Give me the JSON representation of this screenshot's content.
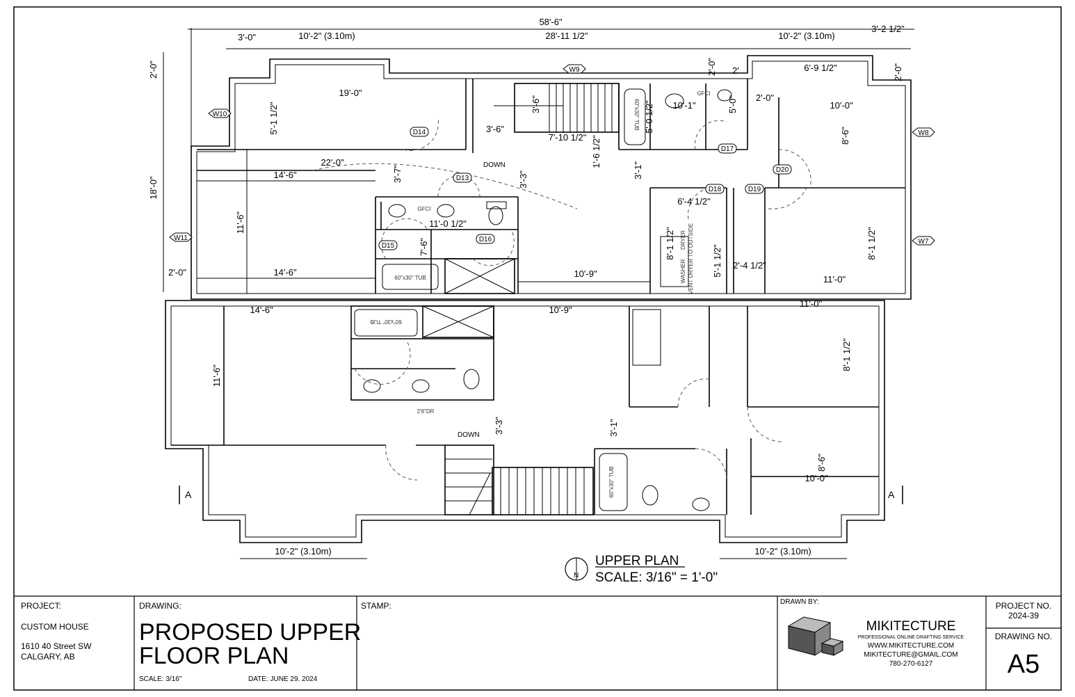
{
  "plan": {
    "title": "UPPER PLAN",
    "scale": "SCALE: 3/16\" = 1'-0\"",
    "north": "N",
    "section_marker": "A",
    "down_label": "DOWN",
    "dims": {
      "overall_width": "58'-6\"",
      "top_left_gap": "3'-0\"",
      "top_bay_left": "10'-2\" (3.10m)",
      "top_middle": "28'-11 1/2\"",
      "top_bay_right": "10'-2\" (3.10m)",
      "top_far_right": "3'-2 1/2\"",
      "left_2ft": "2'-0\"",
      "left_18ft": "18'-0\"",
      "left_2ft_b": "2'-0\"",
      "room_19": "19'-0\"",
      "room_22": "22'-0\"",
      "room_14_6_a": "14'-6\"",
      "room_14_6_b": "14'-6\"",
      "room_14_6_c": "14'-6\"",
      "room_11_6_a": "11'-6\"",
      "room_11_6_b": "11'-6\"",
      "room_5_1": "5'-1 1/2\"",
      "room_3_7": "3'-7\"",
      "room_11_0": "11'-0 1/2\"",
      "room_7_6": "7'-6\"",
      "room_3_6a": "3'-6\"",
      "room_3_6b": "3'-6\"",
      "room_7_10": "7'-10 1/2\"",
      "room_1_6": "1'-6 1/2\"",
      "room_3_3a": "3'-3\"",
      "room_3_3b": "3'-3\"",
      "room_10_9a": "10'-9\"",
      "room_10_9b": "10'-9\"",
      "room_10_1": "10'-1\"",
      "room_5_0a": "5'-0 1/2\"",
      "room_5_0b": "5'-0\"",
      "room_3_1a": "3'-1\"",
      "room_3_1b": "3'-1\"",
      "room_6_4": "6'-4 1/2\"",
      "room_8_1a": "8'-1 1/2\"",
      "room_8_1b": "8'-1 1/2\"",
      "room_8_1c": "8'-1 1/2\"",
      "room_5_1b": "5'-1 1/2\"",
      "room_2_4": "2'-4 1/2\"",
      "room_11_0a": "11'-0\"",
      "room_11_0b": "11'-0\"",
      "room_6_9": "6'-9 1/2\"",
      "room_2_0r": "2'-0\"",
      "room_2_0r2": "2'-0\"",
      "room_2_0r3": "2'-0\"",
      "room_2_2": "2'",
      "room_10_0a": "10'-0\"",
      "room_10_0b": "10'-0\"",
      "room_8_6a": "8'-6\"",
      "room_8_6b": "8'-6\"",
      "bottom_bay_left": "10'-2\" (3.10m)",
      "bottom_bay_right": "10'-2\" (3.10m)"
    },
    "windows": [
      "W9",
      "W10",
      "W11",
      "W8",
      "W7"
    ],
    "doors": [
      "D14",
      "D13",
      "D15",
      "D16",
      "D17",
      "D18",
      "D19",
      "D20"
    ],
    "labels": {
      "tub_a": "60\"x30\" TUB",
      "tub_b": "60\"x30\" TUB",
      "tub_c": "60\"x30\" TUB",
      "tub_d": "60\"x30\" TUB",
      "gfci_a": "GFCI",
      "gfci_b": "GFCI",
      "door_size": "2'8\"DR",
      "washer": "WASHER",
      "dryer": "DRYER",
      "vent": "VENT DRYER TO OUTSIDE"
    }
  },
  "titleblock": {
    "project_label": "PROJECT:",
    "project_name": "CUSTOM HOUSE",
    "address_1": "1610 40 Street SW",
    "address_2": "CALGARY, AB",
    "drawing_label": "DRAWING:",
    "drawing_title_1": "PROPOSED UPPER",
    "drawing_title_2": "FLOOR PLAN",
    "scale": "SCALE: 3/16\"",
    "date": "DATE: JUNE 29. 2024",
    "stamp_label": "STAMP:",
    "drawn_by_label": "DRAWN BY:",
    "firm": "MIKITECTURE",
    "firm_tagline": "PROFESSIONAL ONLINE DRAFTING SERVICE",
    "firm_web": "WWW.MIKITECTURE.COM",
    "firm_email": "MIKITECTURE@GMAIL.COM",
    "firm_phone": "780-270-6127",
    "project_no_label": "PROJECT NO.",
    "project_no": "2024-39",
    "drawing_no_label": "DRAWING NO.",
    "drawing_no": "A5"
  }
}
